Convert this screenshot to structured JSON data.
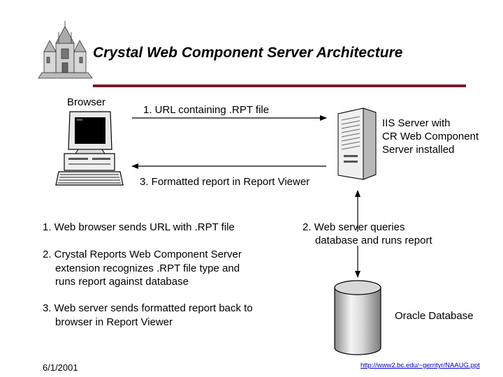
{
  "title": "Crystal Web Component Server Architecture",
  "browser_label": "Browser",
  "arrow1_label": "1. URL containing .RPT file",
  "arrow3_label": "3. Formatted report in Report Viewer",
  "server_label": [
    "IIS Server with",
    "CR Web Component",
    "Server installed"
  ],
  "db_label": "Oracle Database",
  "db_query_label": [
    "2. Web server queries",
    "database and runs report"
  ],
  "steps": [
    [
      "1. Web browser sends URL with .RPT file"
    ],
    [
      "2. Crystal Reports Web Component Server",
      "extension recognizes .RPT file type and",
      "runs report against database"
    ],
    [
      "3. Web server sends formatted report back to",
      "browser in Report Viewer"
    ]
  ],
  "date": "6/1/2001",
  "footer_link": "http://www2.bc.edu/~gerrityr/NAAUG.ppt",
  "colors": {
    "rule": "#7a1a2b",
    "link": "#0000cc"
  },
  "icons": [
    "cathedral-logo-icon",
    "desktop-computer-icon",
    "server-tower-icon",
    "database-cylinder-icon"
  ]
}
